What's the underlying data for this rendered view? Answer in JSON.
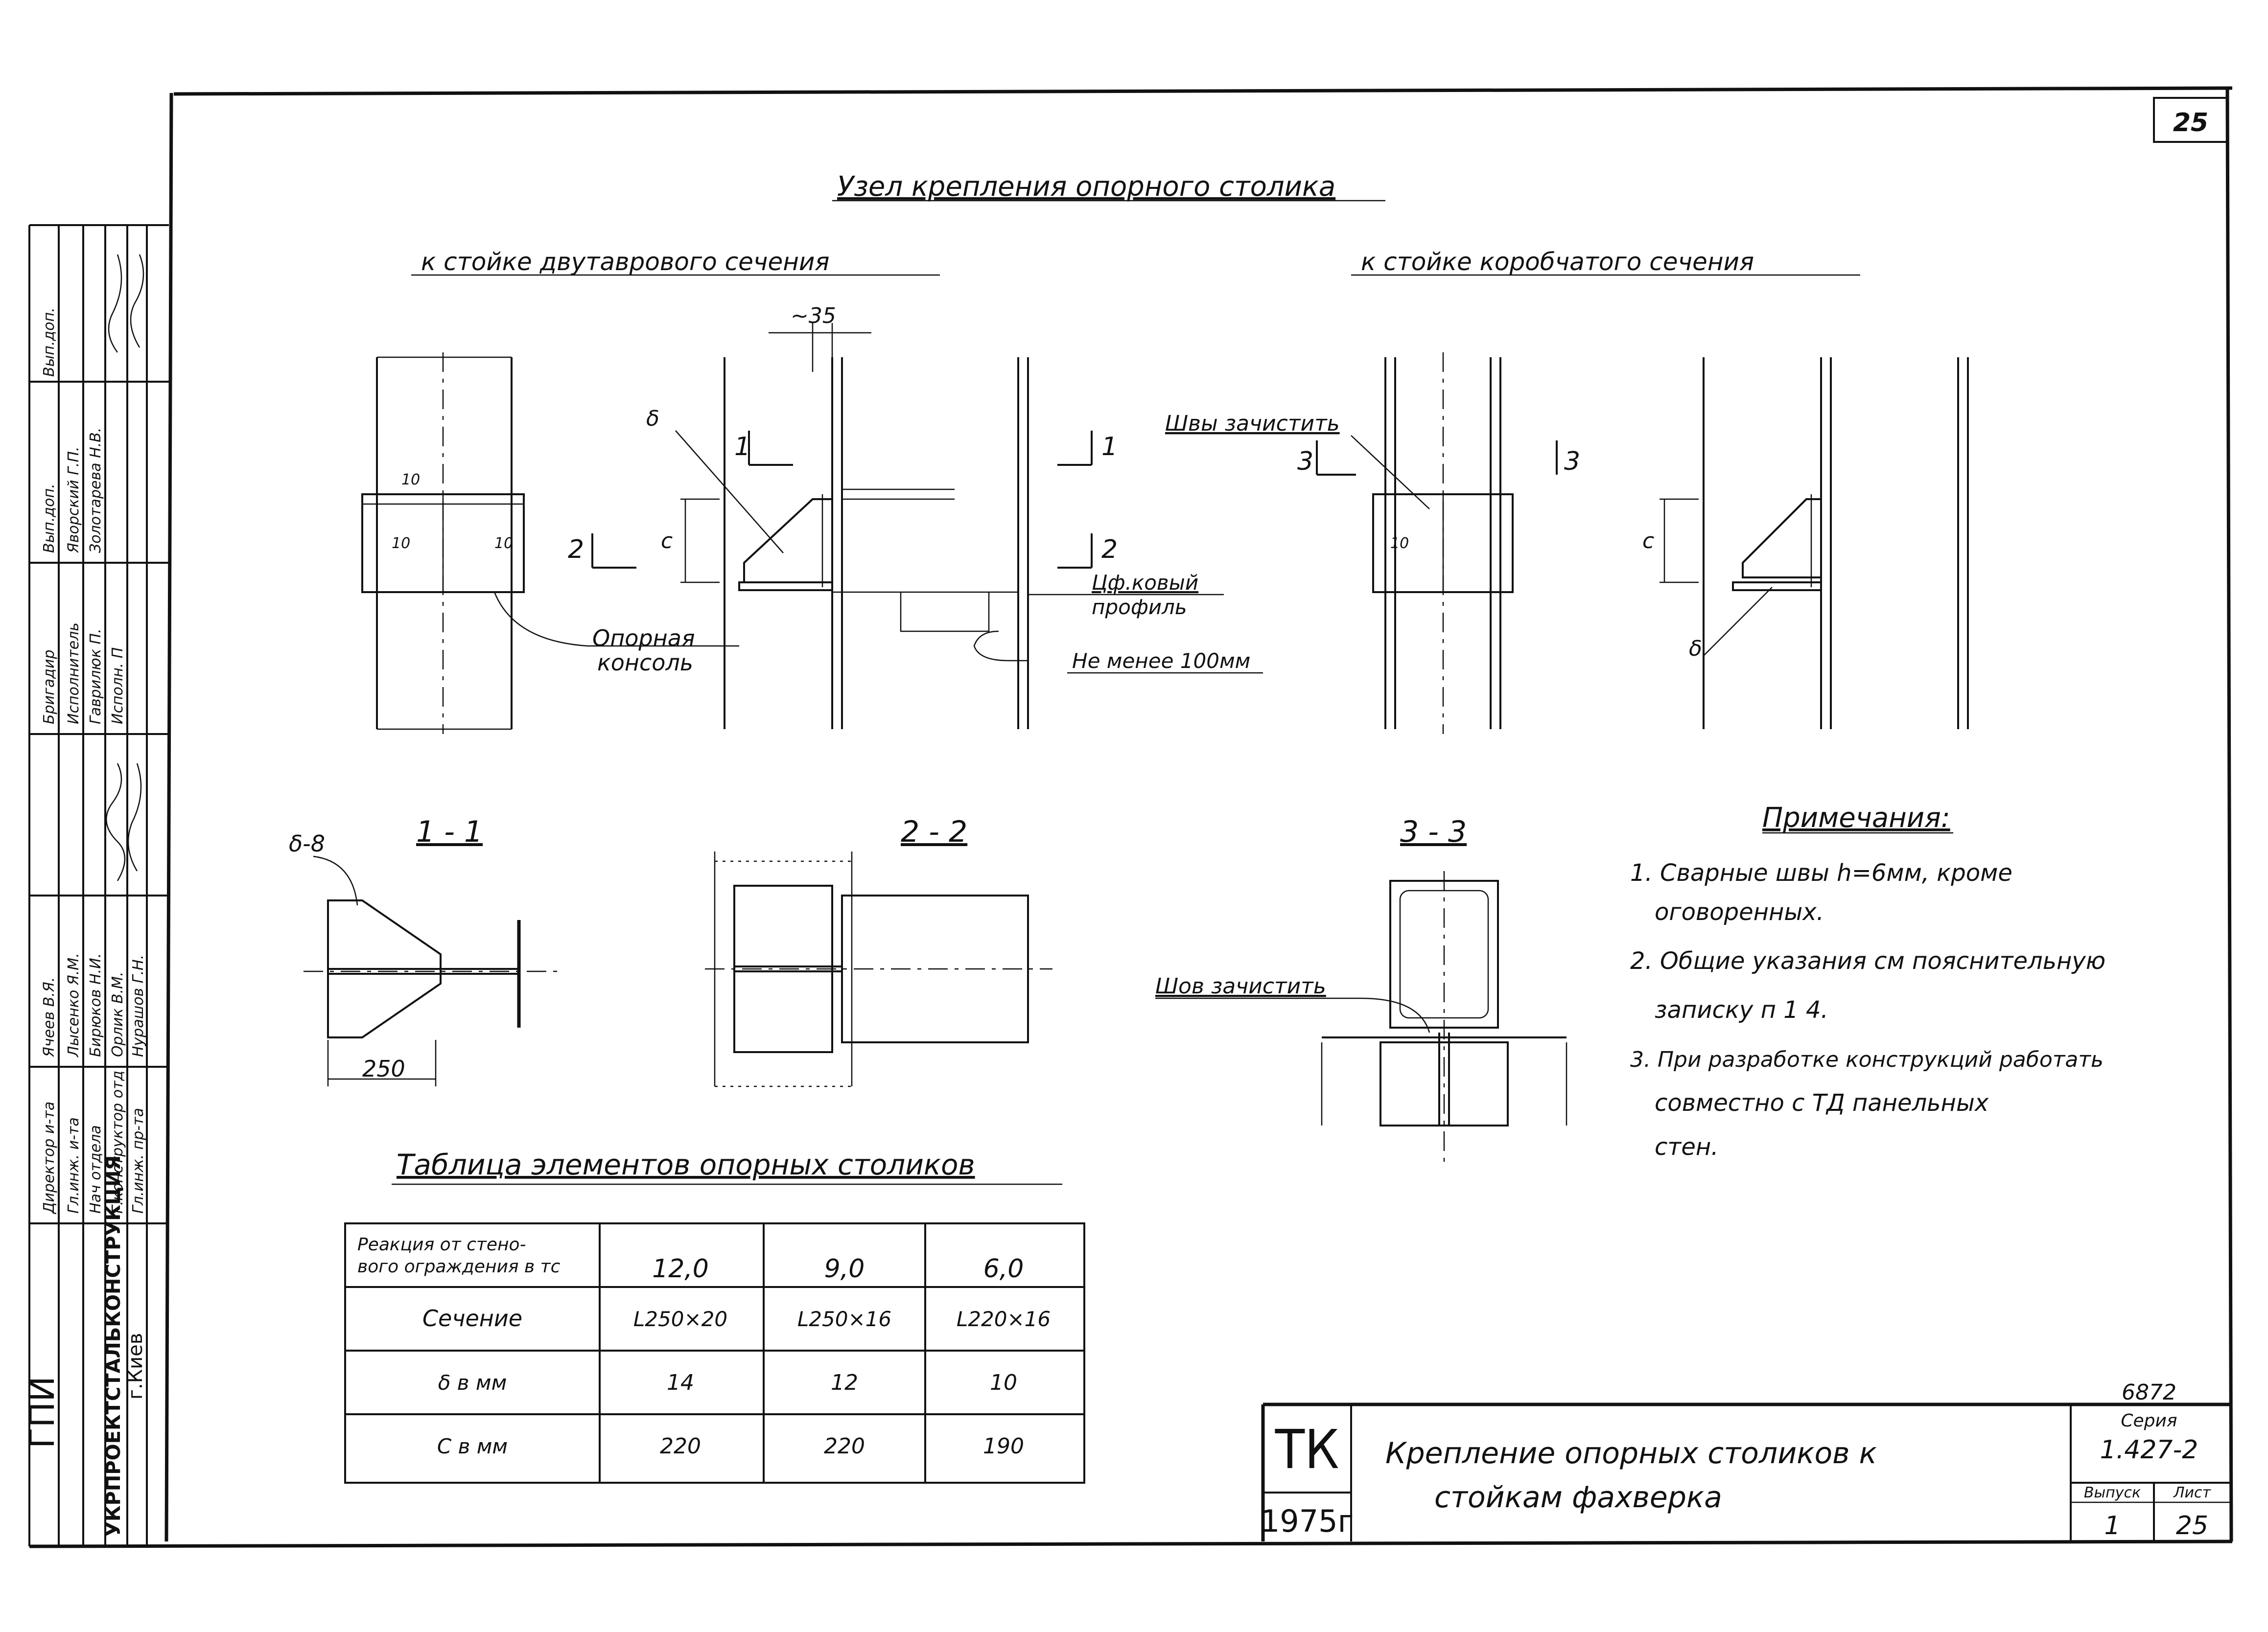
{
  "sheet_number": "25",
  "main_title": "Узел крепления опорного столика",
  "views": {
    "left_title": "к стойке двутаврового сечения",
    "right_title": "к стойке коробчатого сечения"
  },
  "labels": {
    "dim_35": "~35",
    "delta": "δ",
    "section_1": "1",
    "section_2": "2",
    "section_3": "3",
    "c": "c",
    "weld_10a": "10",
    "weld_10b": "10",
    "weld_10c": "10",
    "weld_10d": "10",
    "support_console_1": "Опорная",
    "support_console_2": "консоль",
    "corrugated_1": "Цф.ковый",
    "corrugated_2": "профиль",
    "not_less": "Не менее 100мм",
    "seams_clean": "Швы зачистить",
    "seam_clean": "Шов зачистить",
    "delta_8": "δ-8",
    "dim_250": "250"
  },
  "sections": {
    "s11": "1 - 1",
    "s22": "2 - 2",
    "s33": "3 - 3"
  },
  "notes": {
    "heading": "Примечания:",
    "n1a": "1. Сварные швы h=6мм, кроме",
    "n1b": "оговоренных.",
    "n2a": "2. Общие указания см пояснительную",
    "n2b": "записку п 1 4.",
    "n3a": "3. При разработке конструкций работать",
    "n3b": "совместно с ТД панельных",
    "n3c": "стен."
  },
  "table": {
    "title": "Таблица элементов опорных столиков",
    "header_label_1": "Реакция от стено-",
    "header_label_2": "вого ограждения в тс",
    "header_values": [
      "12,0",
      "9,0",
      "6,0"
    ],
    "rows": [
      {
        "label": "Сечение",
        "values": [
          "L250×20",
          "L250×16",
          "L220×16"
        ]
      },
      {
        "label": "δ в мм",
        "values": [
          "14",
          "12",
          "10"
        ]
      },
      {
        "label": "С в мм",
        "values": [
          "220",
          "220",
          "190"
        ]
      }
    ]
  },
  "stamp": {
    "org_1": "ГПИ",
    "org_2": "УКРПРОЕКТСТАЛЬКОНСТРУКЦИЯ",
    "org_3": "г.Киев",
    "roles": [
      "Директор и-та",
      "Гл.инж. и-та",
      "Нач отдела",
      "Г.конструктор отд",
      "Гл.инж. пр-та"
    ],
    "names": [
      "Ячеев В.Я.",
      "Лысенко Я.М.",
      "Бирюков Н.И.",
      "Орлик В.М.",
      "Нурашов Г.Н."
    ],
    "roles_upper": [
      "Бригадир",
      "Исполнитель",
      "Вып.доп.",
      "Вып.доп."
    ],
    "names_upper": [
      "Гаврилюк П.",
      "Исполн. П",
      "Яворский Г.П.",
      "Золотарева Н.В."
    ]
  },
  "title_block": {
    "tk": "ТК",
    "year": "1975г",
    "title_1": "Крепление опорных столиков к",
    "title_2": "стойкам фахверка",
    "code": "6872",
    "series_label": "Серия",
    "series": "1.427-2",
    "issue_label": "Выпуск",
    "sheet_label": "Лист",
    "issue": "1",
    "sheet": "25"
  }
}
